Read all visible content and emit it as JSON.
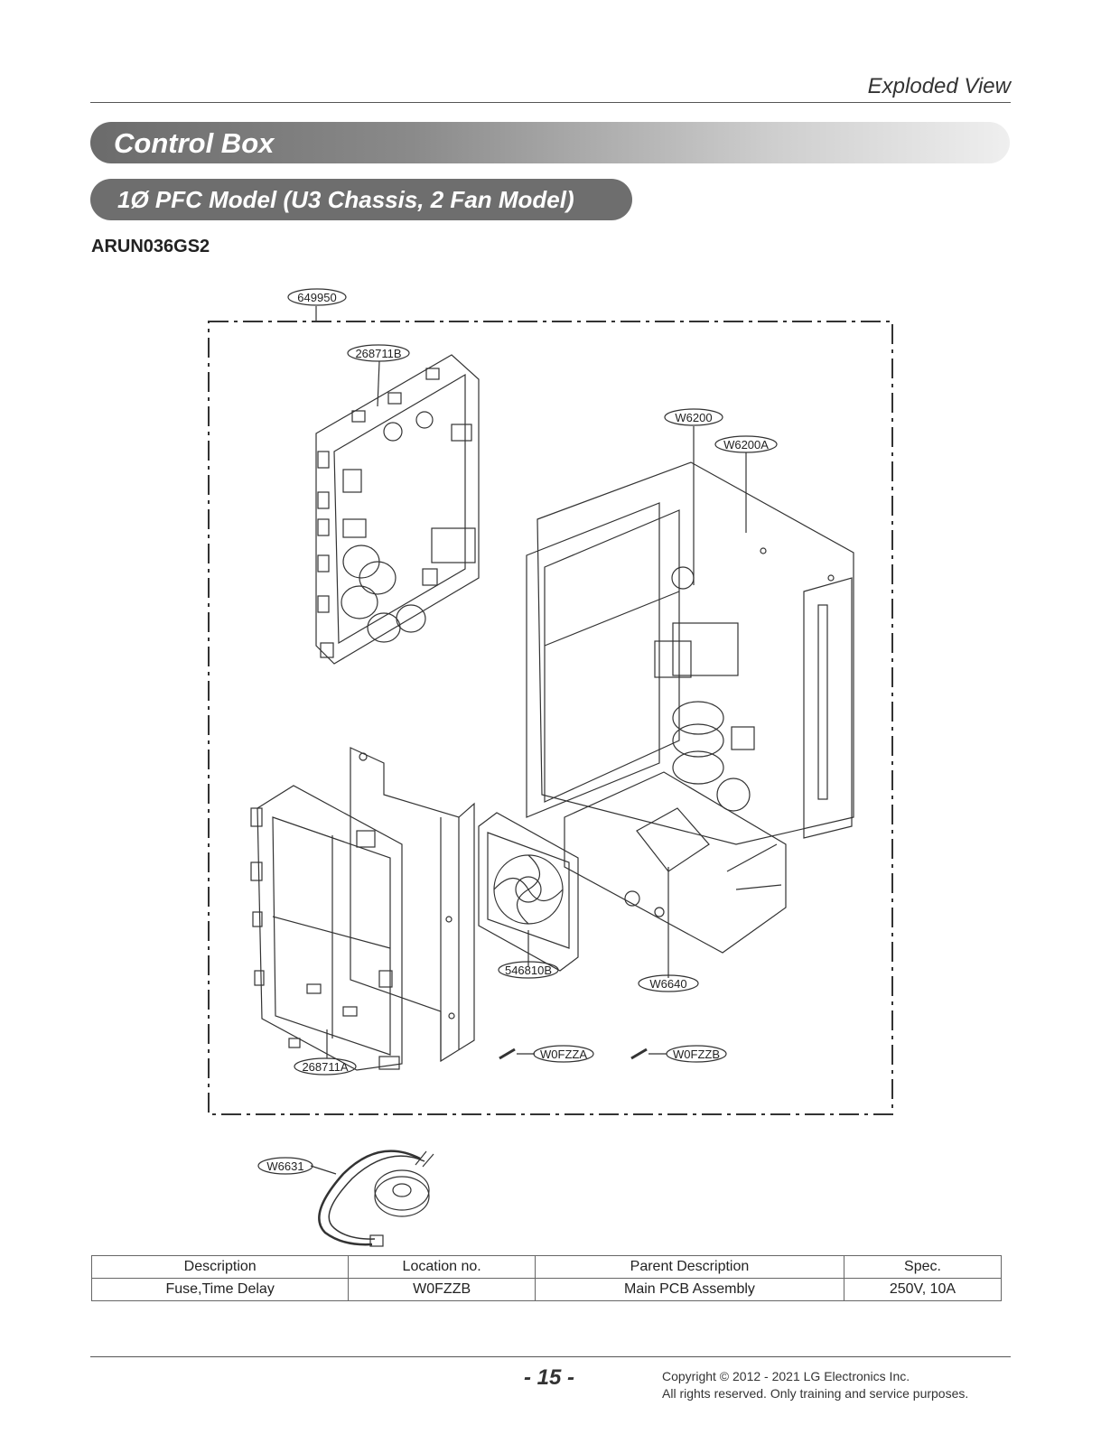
{
  "header": {
    "section_title": "Exploded View"
  },
  "banner": {
    "title": "Control Box",
    "subtitle": "1Ø PFC Model (U3 Chassis, 2 Fan Model)"
  },
  "model": "ARUN036GS2",
  "callouts": {
    "c649950": "649950",
    "c268711B": "268711B",
    "cW6200": "W6200",
    "cW6200A": "W6200A",
    "c546810B": "546810B",
    "cW6640": "W6640",
    "cW0FZZA": "W0FZZA",
    "cW0FZZB": "W0FZZB",
    "c268711A": "268711A",
    "cW6631": "W6631"
  },
  "table": {
    "headers": [
      "Description",
      "Location no.",
      "Parent Description",
      "Spec."
    ],
    "rows": [
      [
        "Fuse,Time Delay",
        "W0FZZB",
        "Main PCB Assembly",
        "250V, 10A"
      ]
    ]
  },
  "footer": {
    "page_number": "- 15 -",
    "copyright_line1": "Copyright © 2012 - 2021 LG Electronics Inc.",
    "copyright_line2": "All rights reserved. Only training and service purposes."
  }
}
